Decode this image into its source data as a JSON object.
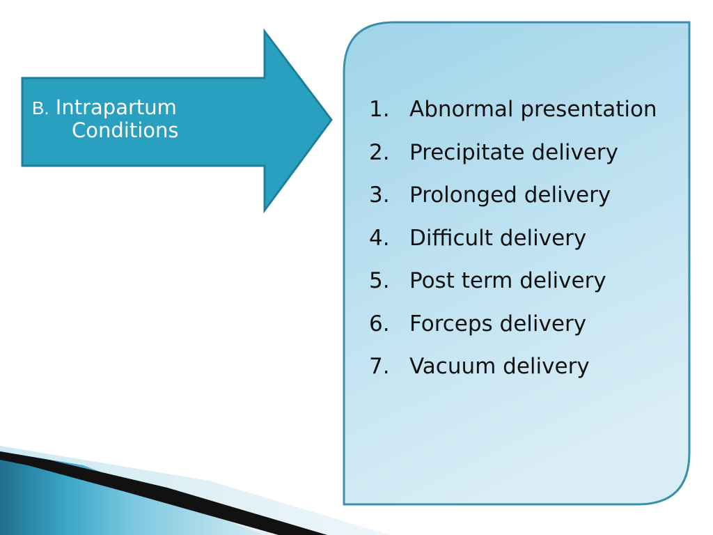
{
  "arrow": {
    "prefix": "B.",
    "title_line1": "Intrapartum",
    "title_line2": "Conditions"
  },
  "list": {
    "items": [
      {
        "number": "1.",
        "text": "Abnormal presentation"
      },
      {
        "number": "2.",
        "text": "Precipitate delivery"
      },
      {
        "number": "3.",
        "text": "Prolonged delivery"
      },
      {
        "number": "4.",
        "text": "Difficult delivery"
      },
      {
        "number": "5.",
        "text": "Post term delivery"
      },
      {
        "number": "6.",
        "text": "Forceps delivery"
      },
      {
        "number": "7.",
        "text": "Vacuum delivery"
      }
    ]
  },
  "colors": {
    "arrow_fill": "#2aa0c0",
    "arrow_stroke": "#1e7f99",
    "panel_fill_top": "#9fd4ea",
    "panel_fill_bottom": "#d8edf6",
    "panel_stroke": "#3b8fa8",
    "swoosh_blue": "#2a8fb0",
    "swoosh_dark": "#111111"
  }
}
